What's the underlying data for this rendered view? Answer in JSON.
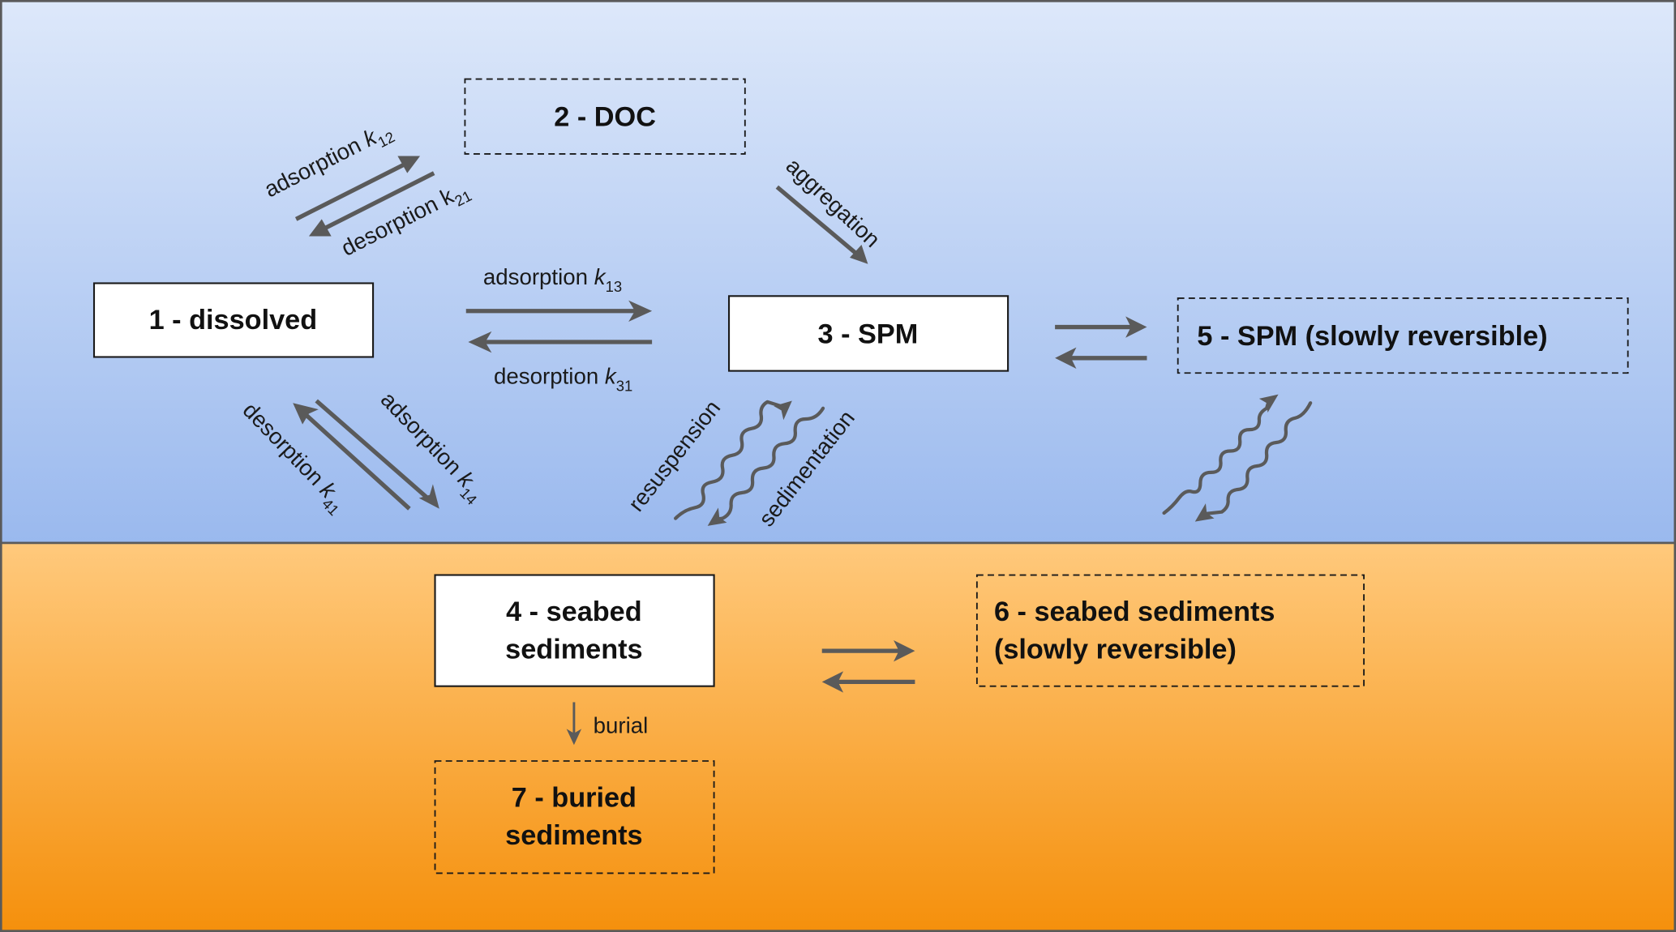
{
  "diagram": {
    "compartments": {
      "water_column": {
        "color_top": "#dde8fa",
        "color_bottom": "#9ab9ee"
      },
      "seabed": {
        "color_top": "#ffc97c",
        "color_bottom": "#f5900c"
      },
      "frame_color": "#5a5a5a",
      "arrow_color": "#5a5a5a"
    },
    "boxes": {
      "b1": {
        "label": "1 - dissolved",
        "style": "solid"
      },
      "b2": {
        "label": "2 - DOC",
        "style": "dashed"
      },
      "b3": {
        "label": "3 - SPM",
        "style": "solid"
      },
      "b4": {
        "label_line1": "4 - seabed",
        "label_line2": "sediments",
        "style": "solid"
      },
      "b5": {
        "label": "5 - SPM (slowly reversible)",
        "style": "dashed"
      },
      "b6": {
        "label_line1": "6 - seabed sediments",
        "label_line2": "(slowly reversible)",
        "style": "dashed"
      },
      "b7": {
        "label_line1": "7 - buried",
        "label_line2": "sediments",
        "style": "dashed"
      }
    },
    "processes": {
      "ads12": {
        "word": "adsorption ",
        "k": "k",
        "sub": "12"
      },
      "des21": {
        "word": "desorption ",
        "k": "k",
        "sub": "21"
      },
      "ads13": {
        "word": "adsorption ",
        "k": "k",
        "sub": "13"
      },
      "des31": {
        "word": "desorption ",
        "k": "k",
        "sub": "31"
      },
      "ads14": {
        "word": "adsorption ",
        "k": "k",
        "sub": "14"
      },
      "des41": {
        "word": "desorption ",
        "k": "k",
        "sub": "41"
      },
      "aggregation": {
        "word": "aggregation"
      },
      "resuspension": {
        "word": "resuspension"
      },
      "sedimentation": {
        "word": "sedimentation"
      },
      "burial": {
        "word": "burial"
      }
    }
  }
}
